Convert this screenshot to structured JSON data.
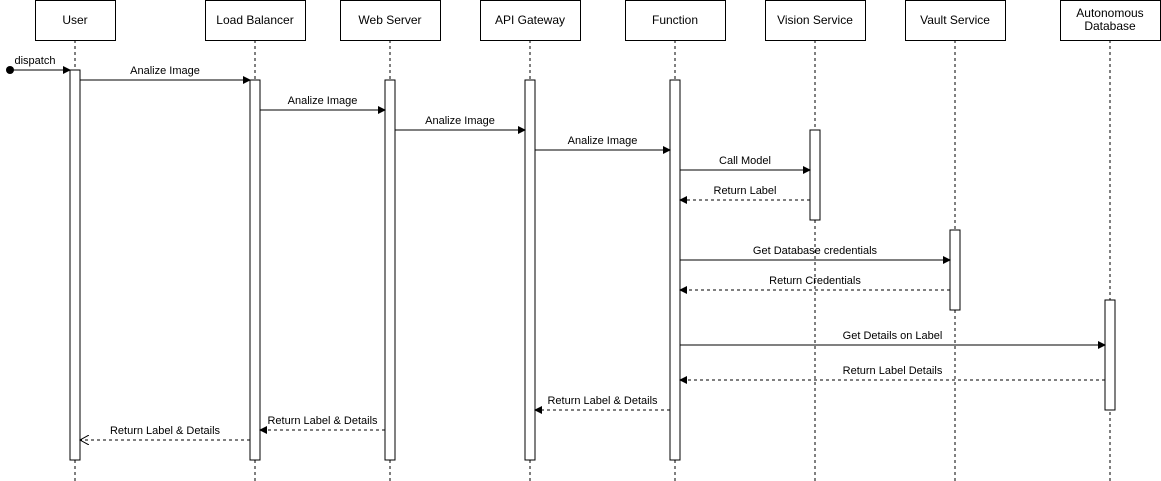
{
  "diagram": {
    "participants": [
      {
        "id": "user",
        "label": "User"
      },
      {
        "id": "lb",
        "label": "Load Balancer"
      },
      {
        "id": "web",
        "label": "Web Server"
      },
      {
        "id": "api",
        "label": "API Gateway"
      },
      {
        "id": "fn",
        "label": "Function"
      },
      {
        "id": "vision",
        "label": "Vision Service"
      },
      {
        "id": "vault",
        "label": "Vault Service"
      },
      {
        "id": "adb",
        "label": "Autonomous Database"
      }
    ],
    "messages": [
      {
        "label": "dispatch",
        "from": "",
        "to": "user",
        "style": "found"
      },
      {
        "label": "Analize Image",
        "from": "user",
        "to": "lb",
        "style": "sync"
      },
      {
        "label": "Analize Image",
        "from": "lb",
        "to": "web",
        "style": "sync"
      },
      {
        "label": "Analize Image",
        "from": "web",
        "to": "api",
        "style": "sync"
      },
      {
        "label": "Analize Image",
        "from": "api",
        "to": "fn",
        "style": "sync"
      },
      {
        "label": "Call Model",
        "from": "fn",
        "to": "vision",
        "style": "sync"
      },
      {
        "label": "Return Label",
        "from": "vision",
        "to": "fn",
        "style": "reply"
      },
      {
        "label": "Get Database credentials",
        "from": "fn",
        "to": "vault",
        "style": "sync"
      },
      {
        "label": "Return Credentials",
        "from": "vault",
        "to": "fn",
        "style": "reply"
      },
      {
        "label": "Get Details on Label",
        "from": "fn",
        "to": "adb",
        "style": "sync"
      },
      {
        "label": "Return Label Details",
        "from": "adb",
        "to": "fn",
        "style": "reply"
      },
      {
        "label": "Return Label & Details",
        "from": "fn",
        "to": "api",
        "style": "reply"
      },
      {
        "label": "Return Label & Details",
        "from": "web",
        "to": "lb",
        "style": "reply"
      },
      {
        "label": "Return Label & Details",
        "from": "lb",
        "to": "user",
        "style": "reply-open"
      }
    ]
  }
}
